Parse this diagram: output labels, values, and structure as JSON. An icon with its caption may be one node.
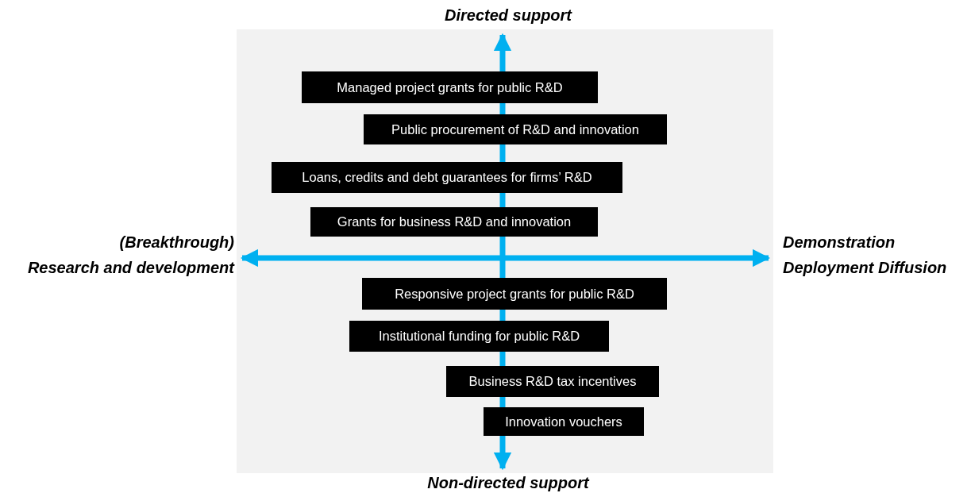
{
  "diagram": {
    "nodes": [
      {
        "text": [
          "Managed project grants for public R&D"
        ]
      },
      {
        "text": [
          "Public procurement of R&D and innovation"
        ]
      },
      {
        "text": [
          "Loans, credits and debt guarantees for firms’ R&D"
        ]
      },
      {
        "text": [
          "Grants for business R&D and innovation"
        ]
      },
      {
        "text": [
          "Responsive project grants for public R&D"
        ]
      },
      {
        "text": [
          "Institutional funding for public R&D"
        ]
      },
      {
        "text": [
          "Business R&D tax incentives"
        ]
      },
      {
        "text": [
          "Innovation vouchers"
        ]
      }
    ],
    "labels": [
      "Directed support",
      "(Breakthrough)",
      "Research and development",
      "Demonstration",
      "Deployment Diffusion",
      "Non-directed support"
    ]
  }
}
